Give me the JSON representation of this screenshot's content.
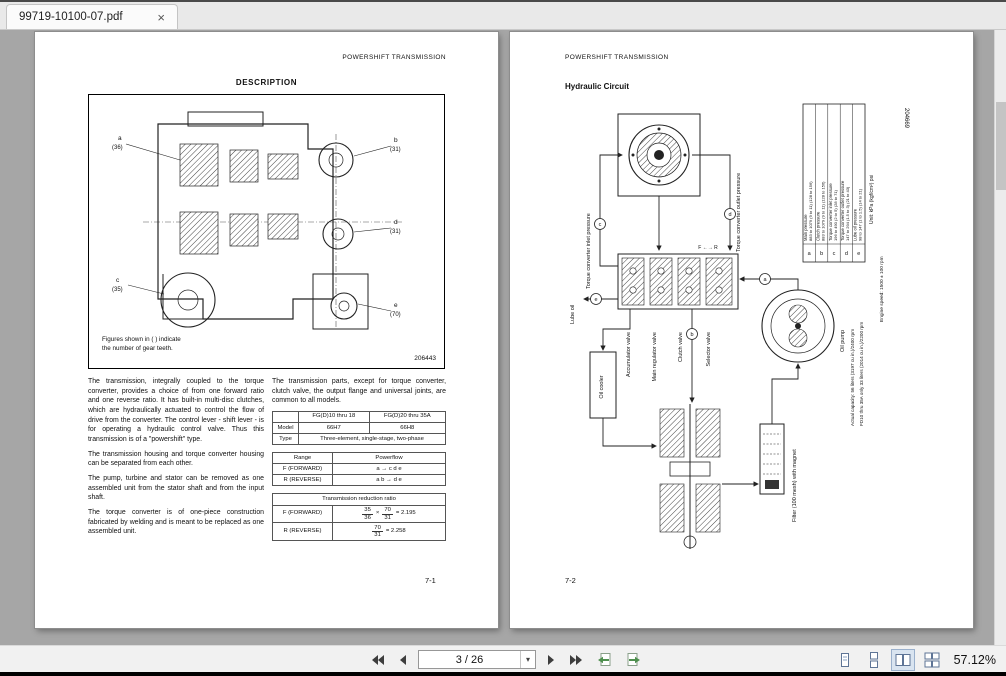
{
  "window": {
    "tab_title": "99719-10100-07.pdf",
    "close_glyph": "×"
  },
  "icons": {
    "first_page": "double-left-triangles",
    "previous_page": "left-triangle",
    "next_page": "right-triangle",
    "last_page": "double-right-triangles",
    "previous_view": "page-with-left-arrow",
    "next_view": "page-with-right-arrow",
    "single_page_view": "single-page",
    "continuous_view": "stacked-pages",
    "facing_view": "two-pages",
    "book_view": "two-page-grid",
    "combo_dropdown": "▾"
  },
  "toolbar": {
    "page_indicator": "3 / 26",
    "zoom_level": "57.12%"
  },
  "page_left": {
    "running_header": "POWERSHIFT TRANSMISSION",
    "section_title": "DESCRIPTION",
    "figure": {
      "number": "206443",
      "caption_line1": "Figures shown in (  ) indicate",
      "caption_line2": "the number of gear teeth.",
      "label_a": "a",
      "teeth_a": "(36)",
      "label_b": "b",
      "teeth_b": "(31)",
      "label_c": "c",
      "teeth_c": "(35)",
      "label_d": "d",
      "teeth_d": "(31)",
      "label_e": "e",
      "teeth_e": "(70)"
    },
    "paragraphs": [
      "The transmission, integrally coupled to the torque converter, provides a choice of from one forward ratio and one reverse ratio. It has built-in multi-disc clutches, which are hydraulically actuated to control the flow of drive from the converter. The control lever - shift lever - is for operating a hydraulic control valve. Thus this transmission is of a \"powershift\" type.",
      "The transmission housing and torque converter housing can be separated from each other.",
      "The pump, turbine and stator can be removed as one assembled unit from the stator shaft and from the input shaft.",
      "The torque converter is of one-piece construction fabricated by welding and is meant to be replaced as one assembled unit."
    ],
    "intro_right": "The transmission parts, except for torque converter, clutch valve, the output flange and universal joints, are common to all models.",
    "model_table": {
      "header_col1": "FG(D)10 thru 18",
      "header_col2": "FG(D)20 thru 35A",
      "row_model_label": "Model",
      "row_model_v1": "66H7",
      "row_model_v2": "66H8",
      "row_type_label": "Type",
      "row_type_value": "Three-element, single-stage, two-phase"
    },
    "powerflow_table": {
      "header_range": "Range",
      "header_powerflow": "Powerflow",
      "forward_label": "F (FORWARD)",
      "forward_flow": "a → c  d  e",
      "reverse_label": "R (REVERSE)",
      "reverse_flow": "a  b → d  e"
    },
    "ratio_table": {
      "title": "Transmission reduction ratio",
      "forward_label": "F (FORWARD)",
      "forward_num1": "35",
      "forward_den1": "36",
      "times": "×",
      "forward_num2": "70",
      "forward_den2": "31",
      "forward_result": "= 2.195",
      "reverse_label": "R (REVERSE)",
      "reverse_num": "70",
      "reverse_den": "31",
      "reverse_result": "= 2.258"
    },
    "page_number": "7-1"
  },
  "page_right": {
    "running_header": "POWERSHIFT TRANSMISSION",
    "section_title": "Hydraulic Circuit",
    "figure_number": "204669",
    "labels": {
      "torque_converter_inlet": "Torque converter inlet pressure",
      "torque_converter_outlet": "Torque converter outlet pressure",
      "lube_oil": "Lube oil",
      "accumulator_valve": "Accumulator valve",
      "main_regulator_valve": "Main regulator valve",
      "clutch_valve": "Clutch valve",
      "selector_valve": "Selector valve",
      "selector_fr": "F ←→ R",
      "oil_cooler": "Oil cooler",
      "oil_pump": "Oil pump",
      "capacity_line1": "Actual capacity: 56 liters (3197 cu in.)/2400 rpm",
      "capacity_line2": "FD10 thru 35A only 33 liters (2014 cu in.)/2200 rpm",
      "filter": "Filter (100 mesh) with magnet"
    },
    "pressure_table": {
      "unit_note": "Unit: kPa (kgf/cm²) psi",
      "engine_speed_note": "Engine speed: 1500 ± 100 rpm",
      "rows": [
        {
          "key": "a",
          "name": "Main pressure",
          "value": "883 to 1079 (9 to 11) (128 to 156)"
        },
        {
          "key": "b",
          "name": "Clutch pressure",
          "value": "883 to 1079 (9 to 11) (128 to 156)"
        },
        {
          "key": "c",
          "name": "Torque converter inlet pressure",
          "value": "196 to 490 (2 to 5) (28 to 71)"
        },
        {
          "key": "d",
          "name": "Torque converter outlet pressure",
          "value": "147 to 294 (1.5 to 3) (21 to 43)"
        },
        {
          "key": "e",
          "name": "Lube oil pressure",
          "value": "98 to 147 (1 to 1.5) (14 to 21)"
        }
      ]
    },
    "page_number": "7-2"
  }
}
